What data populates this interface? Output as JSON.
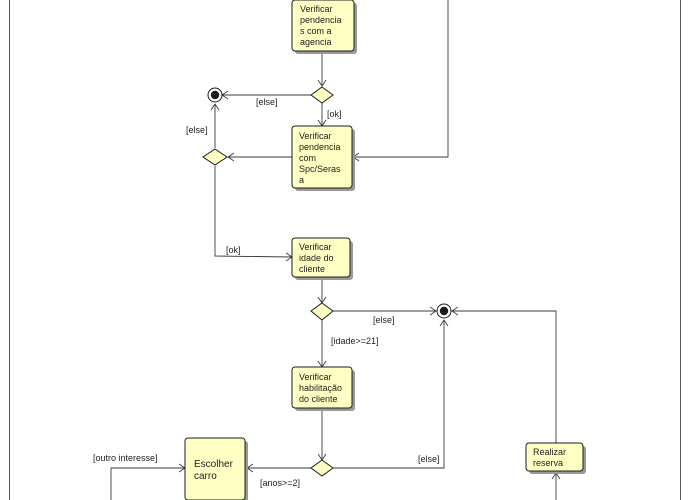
{
  "actions": {
    "a1": "Verificar pendencias com a agencia",
    "a2": "Verificar pendencia com Spc/Serasa",
    "a3": "Verificar idade do cliente",
    "a4": "Verificar habilitação do cliente",
    "a5": "Escolher carro",
    "a6": "Realizar reserva"
  },
  "action_lines": {
    "a1": [
      "Verificar",
      "pendencia",
      "s com a",
      "agencia"
    ],
    "a2": [
      "Verificar",
      "pendencia",
      "com",
      "Spc/Seras",
      "a"
    ],
    "a3": [
      "Verificar",
      "idade do",
      "cliente"
    ],
    "a4": [
      "Verificar",
      "habilitação",
      "do cliente"
    ],
    "a5": [
      "Escolher",
      "carro"
    ],
    "a6": [
      "Realizar",
      "reserva"
    ]
  },
  "guards": {
    "g1": "[else]",
    "g2": "[ok]",
    "g3": "[else]",
    "g4": "[ok]",
    "g5": "[else]",
    "g6": "[idade>=21]",
    "g7": "[outro interesse]",
    "g8": "[else]",
    "g9": "[anos>=2]"
  },
  "colors": {
    "action_fill": "#ffffc4",
    "line": "#3a3a3a"
  }
}
